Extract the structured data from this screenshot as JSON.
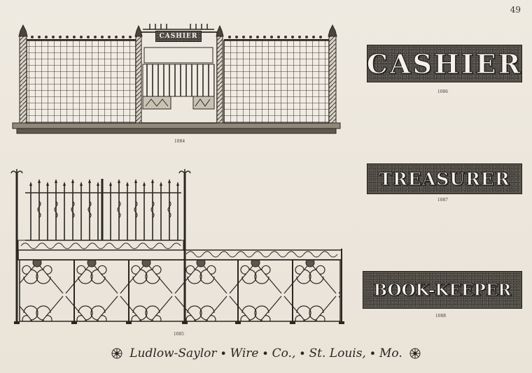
{
  "page": {
    "number": "49"
  },
  "figures": {
    "counter_rail": {
      "number": "1084",
      "sign_text": "CASHIER"
    },
    "balcony_rail": {
      "number": "1085"
    },
    "sign_cashier": {
      "number": "1086",
      "text": "Cashier"
    },
    "sign_treasurer": {
      "number": "1087",
      "text": "Treasurer"
    },
    "sign_bookkeeper": {
      "number": "1088",
      "text": "Book-Keeper"
    }
  },
  "footer": {
    "text": "Ludlow-Saylor ∙ Wire ∙ Co., ∙ St. Louis, ∙ Mo."
  },
  "colors": {
    "ink": "#2a2620",
    "paper": "#ebe6dc",
    "plate": "#4a4640"
  },
  "icons": {
    "footer_ornament": "rosette-icon"
  }
}
